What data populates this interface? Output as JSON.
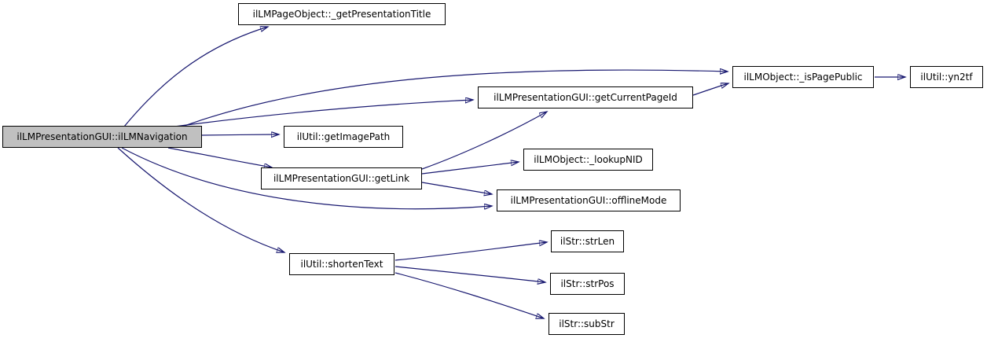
{
  "diagram": {
    "type": "doxygen-call-graph",
    "colors": {
      "edge": "#191970",
      "node_fill": "#ffffff",
      "root_fill": "#c0c0c0",
      "border": "#000000",
      "background": "#ffffff"
    },
    "nodes": [
      {
        "id": "ilmnavigation",
        "label": "ilLMPresentationGUI::ilLMNavigation",
        "role": "root"
      },
      {
        "id": "getpresentationtitle",
        "label": "ilLMPageObject::_getPresentationTitle",
        "role": "callee"
      },
      {
        "id": "ispagepublic",
        "label": "ilLMObject::_isPagePublic",
        "role": "callee"
      },
      {
        "id": "yn2tf",
        "label": "ilUtil::yn2tf",
        "role": "callee"
      },
      {
        "id": "getcurrentpageid",
        "label": "ilLMPresentationGUI::getCurrentPageId",
        "role": "callee"
      },
      {
        "id": "getimagepath",
        "label": "ilUtil::getImagePath",
        "role": "callee"
      },
      {
        "id": "getlink",
        "label": "ilLMPresentationGUI::getLink",
        "role": "callee"
      },
      {
        "id": "lookupnid",
        "label": "ilLMObject::_lookupNID",
        "role": "callee"
      },
      {
        "id": "offlinemode",
        "label": "ilLMPresentationGUI::offlineMode",
        "role": "callee"
      },
      {
        "id": "shortentext",
        "label": "ilUtil::shortenText",
        "role": "callee"
      },
      {
        "id": "strlen",
        "label": "ilStr::strLen",
        "role": "callee"
      },
      {
        "id": "strpos",
        "label": "ilStr::strPos",
        "role": "callee"
      },
      {
        "id": "substr",
        "label": "ilStr::subStr",
        "role": "callee"
      }
    ],
    "edges": [
      {
        "from": "ilmnavigation",
        "to": "getpresentationtitle"
      },
      {
        "from": "ilmnavigation",
        "to": "ispagepublic"
      },
      {
        "from": "ilmnavigation",
        "to": "getcurrentpageid"
      },
      {
        "from": "ilmnavigation",
        "to": "getimagepath"
      },
      {
        "from": "ilmnavigation",
        "to": "getlink"
      },
      {
        "from": "ilmnavigation",
        "to": "offlinemode"
      },
      {
        "from": "ilmnavigation",
        "to": "shortentext"
      },
      {
        "from": "getlink",
        "to": "getcurrentpageid"
      },
      {
        "from": "getlink",
        "to": "lookupnid"
      },
      {
        "from": "getlink",
        "to": "offlinemode"
      },
      {
        "from": "getcurrentpageid",
        "to": "ispagepublic"
      },
      {
        "from": "ispagepublic",
        "to": "yn2tf"
      },
      {
        "from": "shortentext",
        "to": "strlen"
      },
      {
        "from": "shortentext",
        "to": "strpos"
      },
      {
        "from": "shortentext",
        "to": "substr"
      }
    ]
  }
}
